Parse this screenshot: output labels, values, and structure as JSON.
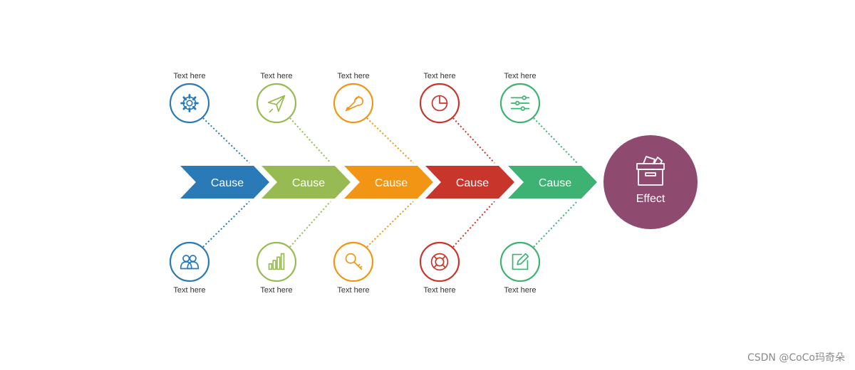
{
  "causes": [
    {
      "label": "Cause",
      "color": "#2a7ab8",
      "top": {
        "label": "Text here",
        "icon": "gear-icon"
      },
      "bottom": {
        "label": "Text here",
        "icon": "users-icon"
      }
    },
    {
      "label": "Cause",
      "color": "#97bb52",
      "top": {
        "label": "Text here",
        "icon": "paper-plane-icon"
      },
      "bottom": {
        "label": "Text here",
        "icon": "bar-chart-icon"
      }
    },
    {
      "label": "Cause",
      "color": "#f29514",
      "top": {
        "label": "Text here",
        "icon": "wrench-icon"
      },
      "bottom": {
        "label": "Text here",
        "icon": "key-icon"
      }
    },
    {
      "label": "Cause",
      "color": "#c8362b",
      "top": {
        "label": "Text here",
        "icon": "pie-chart-icon"
      },
      "bottom": {
        "label": "Text here",
        "icon": "lifebuoy-icon"
      }
    },
    {
      "label": "Cause",
      "color": "#3db272",
      "top": {
        "label": "Text here",
        "icon": "sliders-icon"
      },
      "bottom": {
        "label": "Text here",
        "icon": "edit-icon"
      }
    }
  ],
  "effect": {
    "label": "Effect",
    "color": "#8f4b6f",
    "icon": "archive-box-icon"
  },
  "watermark": "CSDN @CoCo玛奇朵"
}
